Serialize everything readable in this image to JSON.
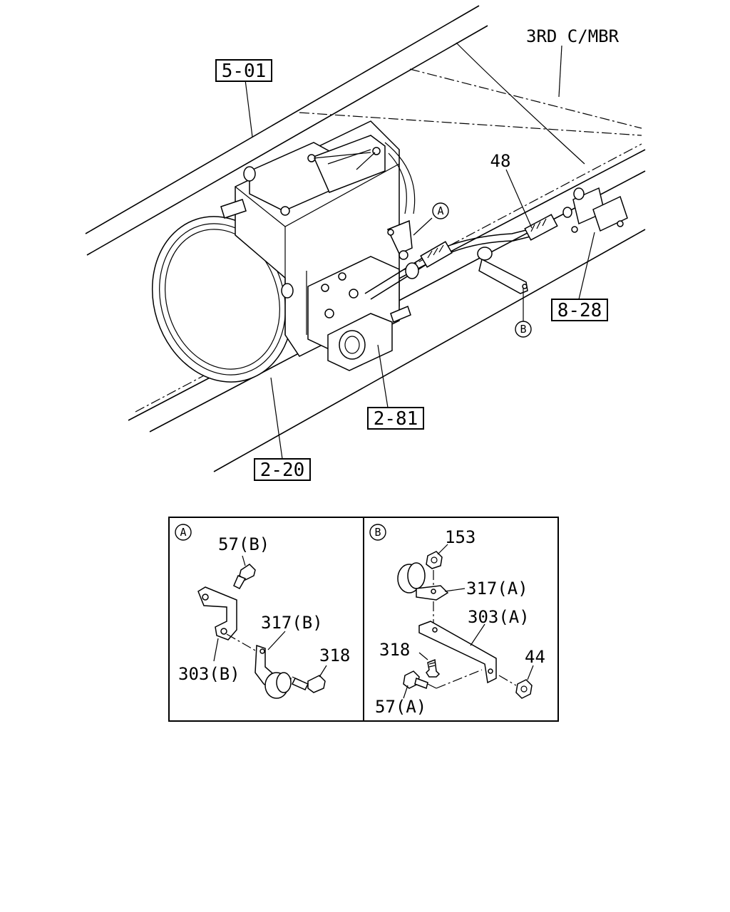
{
  "callouts": {
    "ref_5_01": "5-01",
    "ref_3rd_cmbr": "3RD C/MBR",
    "ref_48": "48",
    "ref_8_28": "8-28",
    "ref_2_81": "2-81",
    "ref_2_20": "2-20",
    "marker_a": "A",
    "marker_b": "B"
  },
  "detail_a": {
    "marker": "A",
    "labels": {
      "bolt_57b": "57(B)",
      "clamp_317b": "317(B)",
      "bolt_318": "318",
      "bracket_303b": "303(B)"
    }
  },
  "detail_b": {
    "marker": "B",
    "labels": {
      "nut_153": "153",
      "clamp_317a": "317(A)",
      "bracket_303a": "303(A)",
      "bolt_318": "318",
      "nut_44": "44",
      "bolt_57a": "57(A)"
    }
  }
}
